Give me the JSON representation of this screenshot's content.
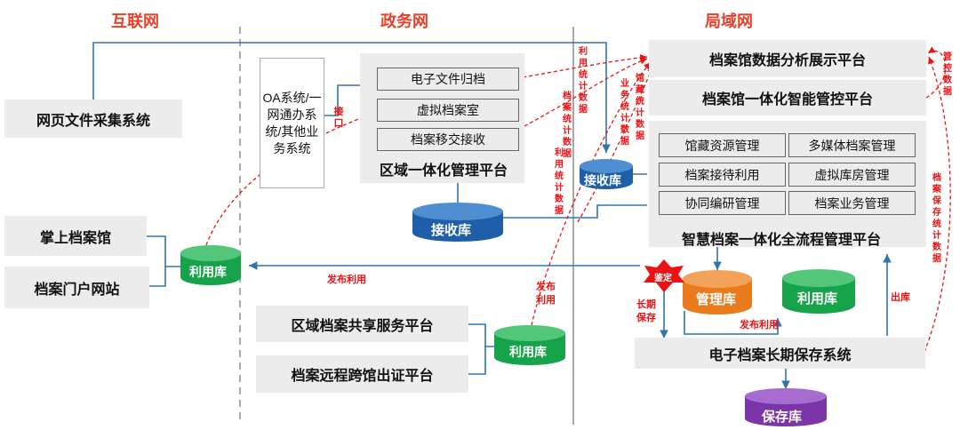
{
  "zones": {
    "internet": "互联网",
    "government": "政务网",
    "lan": "局域网"
  },
  "internet": {
    "crawler": "网页文件采集系统",
    "mobile": "掌上档案馆",
    "portal": "档案门户网站"
  },
  "government": {
    "oa": "OA系统/一网通办系统/其他业务系统",
    "interface": "接口",
    "sub": [
      "电子文件归档",
      "虚拟档案室",
      "档案移交接收"
    ],
    "platform": "区域一体化管理平台",
    "share": "区域档案共享服务平台",
    "remote": "档案远程跨馆出证平台"
  },
  "lan": {
    "analysis": "档案馆数据分析展示平台",
    "control": "档案馆一体化智能管控平台",
    "sub": [
      "馆藏资源管理",
      "多媒体档案管理",
      "档案接待利用",
      "虚拟库房管理",
      "协同编研管理",
      "档案业务管理"
    ],
    "fullprocess": "智慧档案一体化全流程管理平台",
    "longterm": "电子档案长期保存系统"
  },
  "db": {
    "receive": "接收库",
    "use": "利用库",
    "manage": "管理库",
    "preserve": "保存库"
  },
  "labels": {
    "publish": "发布利用",
    "appraisal": "鉴定",
    "longsave": "长期保存",
    "outstore": "出库",
    "usestat": "利用统计数据",
    "archstat": "档案统计数据",
    "bizstat": "业务统计数据",
    "collstat": "馆藏统计数据",
    "ctrldata": "管控数据",
    "presstat": "档案保存统计数据"
  },
  "colors": {
    "zone_title": "#e8402a",
    "blue_line": "#2e75b6",
    "red_flow": "#e11111",
    "receive_db": "#1f5fa9",
    "use_db": "#16a34a",
    "manage_db": "#ea7b1c",
    "preserve_db": "#7b35a8"
  }
}
